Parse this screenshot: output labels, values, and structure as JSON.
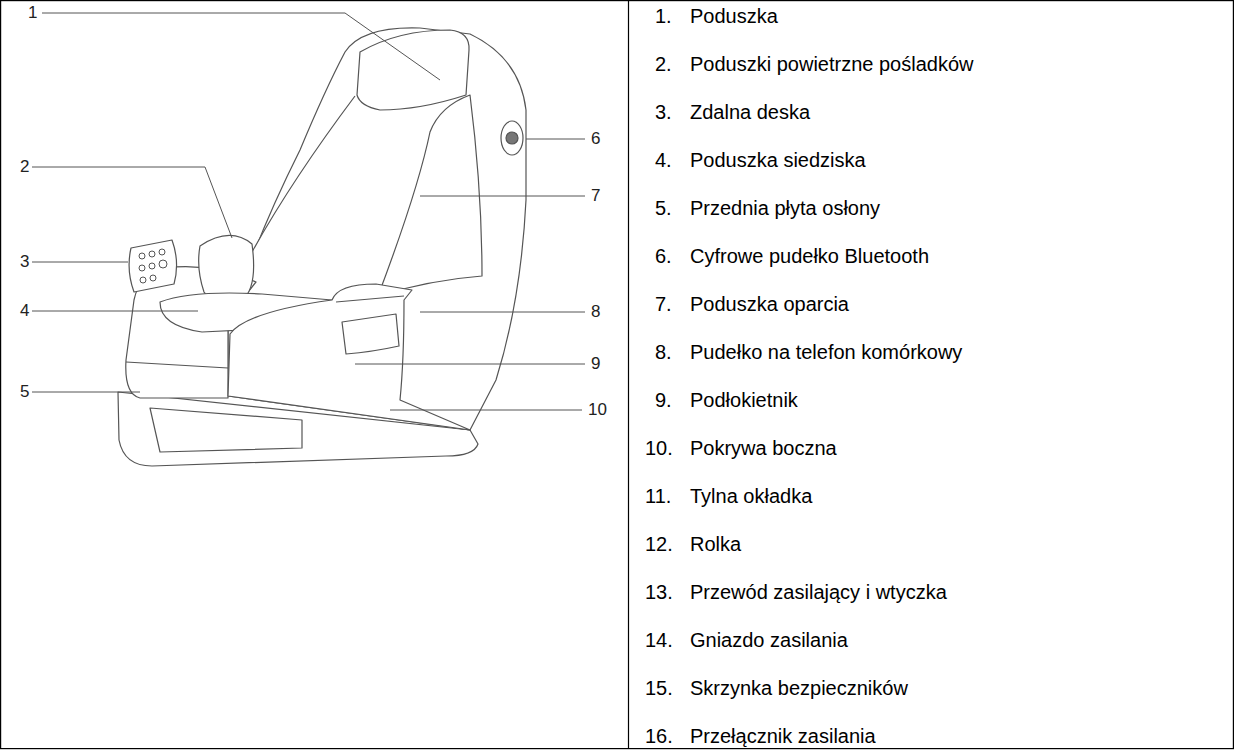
{
  "diagram": {
    "labels": [
      "1",
      "2",
      "3",
      "4",
      "5",
      "6",
      "7",
      "8",
      "9",
      "10",
      "1.",
      "Poduszka",
      "2.",
      "Poduszki powietrzne pośladków",
      "3.",
      "Zdalna deska",
      "4.",
      "Poduszka siedziska",
      "5.",
      "Przednia płyta osłony",
      "6.",
      "Cyfrowe pudełko Bluetooth",
      "7.",
      "Poduszka oparcia",
      "8.",
      "Pudełko na telefon komórkowy",
      "9.",
      "Podłokietnik",
      "10.",
      "Pokrywa boczna",
      "11.",
      "Tylna okładka",
      "12.",
      "Rolka",
      "13.",
      "Przewód zasilający i wtyczka",
      "14.",
      "Gniazdo zasilania",
      "15.",
      "Skrzynka bezpieczników",
      "16.",
      "Przełącznik zasilania"
    ]
  }
}
